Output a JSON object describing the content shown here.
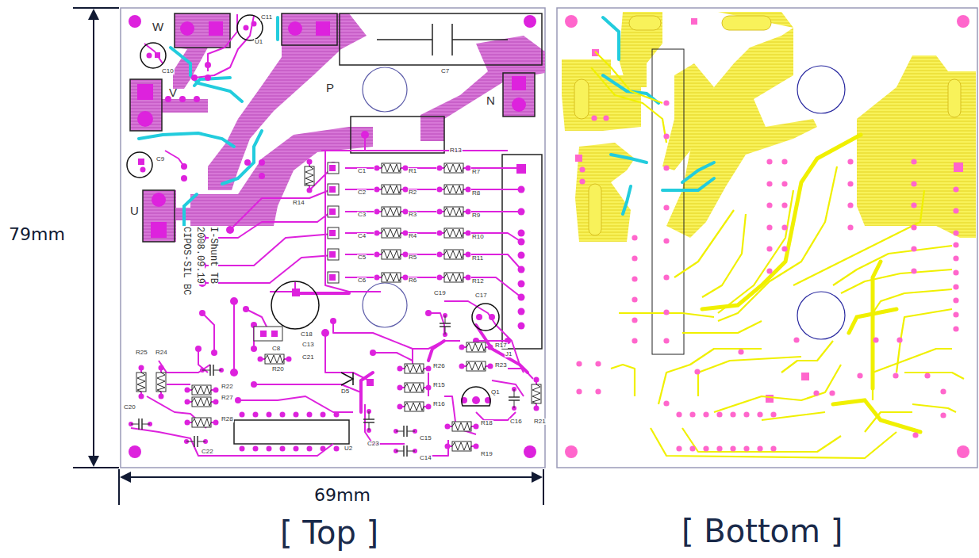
{
  "diagram": {
    "labels": [
      "79mm",
      "69mm",
      "[ Top ]",
      "[ Bottom ]",
      "W",
      "C11",
      "U1",
      "C10",
      "C7",
      "V",
      "P",
      "N",
      "C9",
      "U",
      "R14",
      "R13",
      "C1",
      "R1",
      "R7",
      "C2",
      "R2",
      "R8",
      "C3",
      "R3",
      "R9",
      "C4",
      "R4",
      "R10",
      "C5",
      "R5",
      "R11",
      "C6",
      "R6",
      "R12",
      "C18",
      "C13",
      "C19",
      "C17",
      "J1",
      "C8",
      "R20",
      "C21",
      "R25",
      "R24",
      "R22",
      "R27",
      "R28",
      "C20",
      "C22",
      "U2",
      "D5",
      "R26",
      "R15",
      "R16",
      "C15",
      "C14",
      "C23",
      "R18",
      "R19",
      "Q1",
      "C16",
      "R21",
      "R17",
      "R23",
      "CIPOS-SIL BC",
      "2008.09.19",
      "I-Shunt TB"
    ]
  }
}
